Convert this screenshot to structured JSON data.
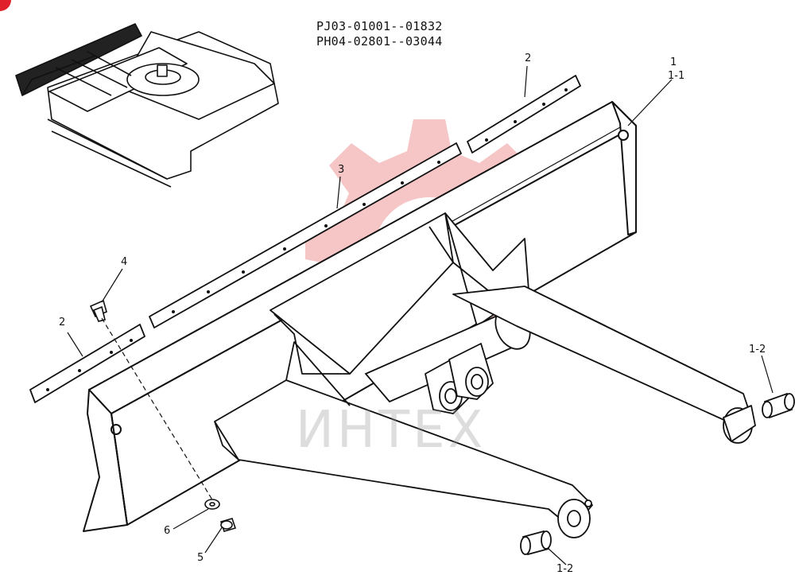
{
  "serials": [
    "PJ03-01001--01832",
    "PH04-02801--03044"
  ],
  "watermark_text": "ИНТЕХ",
  "callouts": [
    {
      "id": "c1",
      "text": "1"
    },
    {
      "id": "c1-1",
      "text": "1-1"
    },
    {
      "id": "c2-top",
      "text": "2"
    },
    {
      "id": "c3",
      "text": "3"
    },
    {
      "id": "c4",
      "text": "4"
    },
    {
      "id": "c2-left",
      "text": "2"
    },
    {
      "id": "c1-2-right",
      "text": "1-2"
    },
    {
      "id": "c6",
      "text": "6"
    },
    {
      "id": "c5",
      "text": "5"
    },
    {
      "id": "c1-2-bottom",
      "text": "1-2"
    }
  ],
  "colors": {
    "line": "#111111",
    "watermark": "#f2a0a0",
    "badge": "#e0202a"
  }
}
